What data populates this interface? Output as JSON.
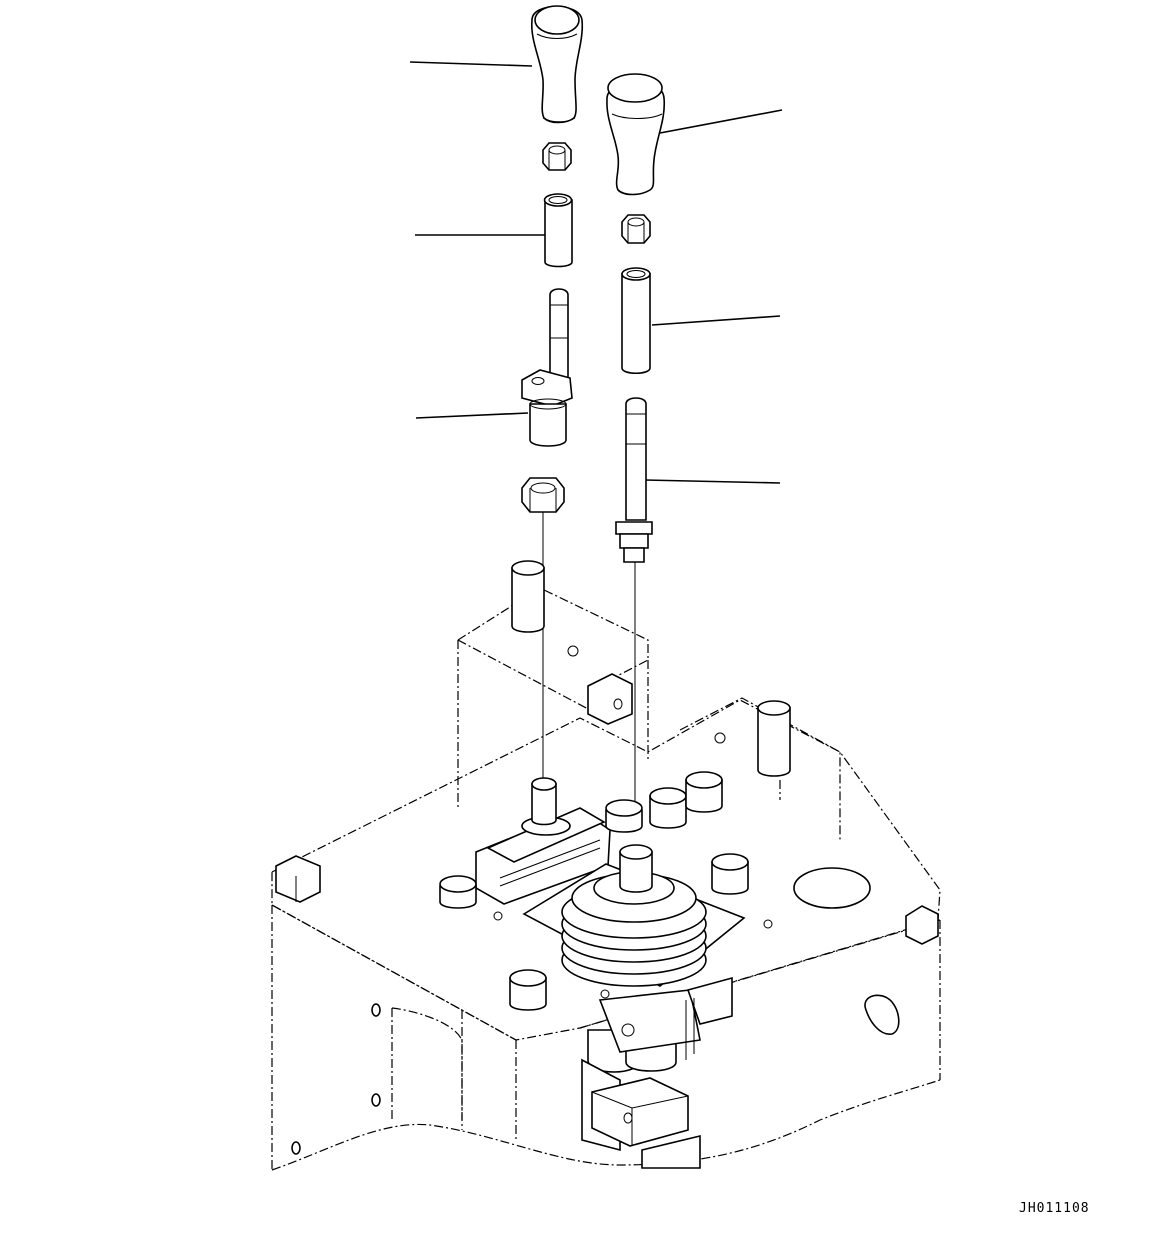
{
  "drawing": {
    "code": "JH011108"
  },
  "parts": [
    {
      "name": "knob-left",
      "has_leader": true
    },
    {
      "name": "knob-right",
      "has_leader": true
    },
    {
      "name": "nut-upper-left",
      "has_leader": false
    },
    {
      "name": "nut-upper-right",
      "has_leader": false
    },
    {
      "name": "sleeve-left",
      "has_leader": true
    },
    {
      "name": "sleeve-right",
      "has_leader": true
    },
    {
      "name": "lever-bracket-left",
      "has_leader": true
    },
    {
      "name": "rod-right",
      "has_leader": true
    },
    {
      "name": "nut-lower-left",
      "has_leader": false
    },
    {
      "name": "control-plate-assembly",
      "has_leader": false
    }
  ]
}
